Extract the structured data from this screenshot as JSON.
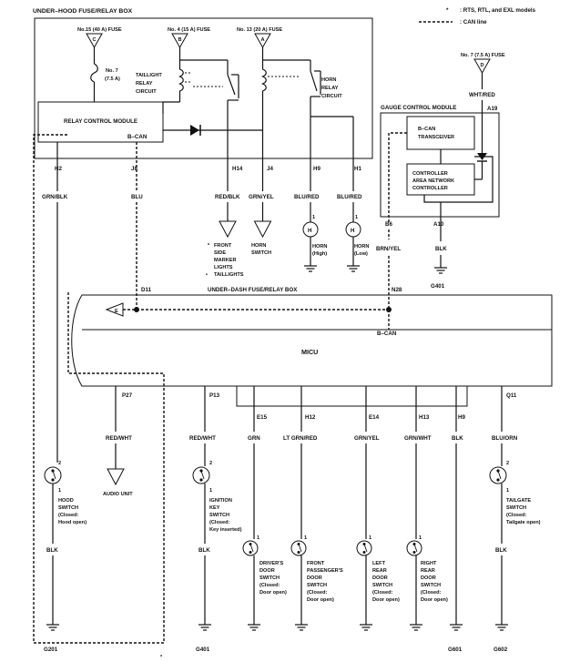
{
  "legend": {
    "star": "*",
    "models": ": RTS, RTL, and EXL models",
    "can_line": ": CAN line"
  },
  "hood_box": {
    "title": "UNDER–HOOD FUSE/RELAY BOX",
    "fuse15": "No.15 (40 A) FUSE",
    "fuse4": "No. 4 (15 A) FUSE",
    "fuse13": "No. 13 (20 A) FUSE",
    "conn_c": "C",
    "conn_b": "B",
    "conn_a": "A",
    "fuse7_line1": "No. 7",
    "fuse7_line2": "(7.5 A)",
    "taillight_relay": [
      "TAILLIGHT",
      "RELAY",
      "CIRCUIT"
    ],
    "horn_relay": [
      "HORN",
      "RELAY",
      "CIRCUIT"
    ],
    "relay_module": "RELAY CONTROL MODULE",
    "bcan": "B–CAN"
  },
  "pins_top": [
    {
      "pin": "H2",
      "wire": "GRN/BLK"
    },
    {
      "pin": "J8",
      "wire": "BLU"
    },
    {
      "pin": "H14",
      "wire": "RED/BLK"
    },
    {
      "pin": "J4",
      "wire": "GRN/YEL"
    },
    {
      "pin": "H9",
      "wire": "BLU/RED"
    },
    {
      "pin": "H1",
      "wire": "BLU/RED"
    }
  ],
  "top_loads": {
    "front_side": [
      "FRONT",
      "SIDE",
      "MARKER",
      "LIGHTS"
    ],
    "taillights": "TAILLIGHTS",
    "horn_switch": [
      "HORN",
      "SWITCH"
    ],
    "horn_high": [
      "HORN",
      "(High)"
    ],
    "horn_low": [
      "HORN",
      "(Low)"
    ],
    "h_symbol": "H",
    "one": "1"
  },
  "gauge": {
    "fuse7": "No. 7 (7.5 A) FUSE",
    "conn_d": "D",
    "wire": "WHT/RED",
    "pin_a19": "A19",
    "title": "GAUGE CONTROL MODULE",
    "transceiver": [
      "B–CAN",
      "TRANSCEIVER"
    ],
    "controller": [
      "CONTROLLER",
      "AREA NETWORK",
      "CONTROLLER"
    ],
    "pin_b6": "B6",
    "pin_a10": "A10",
    "wire_b6": "BRN/YEL",
    "wire_a10": "BLK",
    "ground": "G401"
  },
  "dash_box": {
    "title": "UNDER–DASH FUSE/RELAY BOX",
    "pin_d11": "D11",
    "pin_n28": "N28",
    "conn_e": "E",
    "bcan": "B–CAN",
    "micu": "MICU"
  },
  "bottom": [
    {
      "pin": "P27",
      "wire": "RED/WHT",
      "device": [
        "AUDIO UNIT"
      ]
    },
    {
      "pin": "P13",
      "wire": "RED/WHT",
      "device": [
        "IGNITION",
        "KEY",
        "SWITCH",
        "(Closed:",
        "Key inserted)"
      ],
      "lower": "BLK",
      "ground": "G401"
    },
    {
      "pin": "E15",
      "wire": "GRN",
      "device": [
        "DRIVER'S",
        "DOOR",
        "SWITCH",
        "(Closed:",
        "Door open)"
      ]
    },
    {
      "pin": "H12",
      "wire": "LT GRN/RED",
      "device": [
        "FRONT",
        "PASSENGER'S",
        "DOOR",
        "SWITCH",
        "(Closed:",
        "Door open)"
      ]
    },
    {
      "pin": "E14",
      "wire": "GRN/YEL",
      "device": [
        "LEFT",
        "REAR",
        "DOOR",
        "SWITCH",
        "(Closed:",
        "Door open)"
      ]
    },
    {
      "pin": "H13",
      "wire": "GRN/WHT",
      "device": [
        "RIGHT",
        "REAR",
        "DOOR",
        "SWITCH",
        "(Closed:",
        "Door open)"
      ]
    },
    {
      "pin": "H9",
      "wire": "BLK",
      "ground": "G601"
    },
    {
      "pin": "Q11",
      "wire": "BLU/ORN",
      "device": [
        "TAILGATE",
        "SWITCH",
        "(Closed:",
        "Tailgate open)"
      ],
      "lower": "BLK",
      "ground": "G602"
    }
  ],
  "hood_switch": {
    "device": [
      "HOOD",
      "SWITCH",
      "(Closed:",
      "Hood open)"
    ],
    "lower": "BLK",
    "ground": "G201",
    "pin2": "2",
    "pin1": "1"
  }
}
